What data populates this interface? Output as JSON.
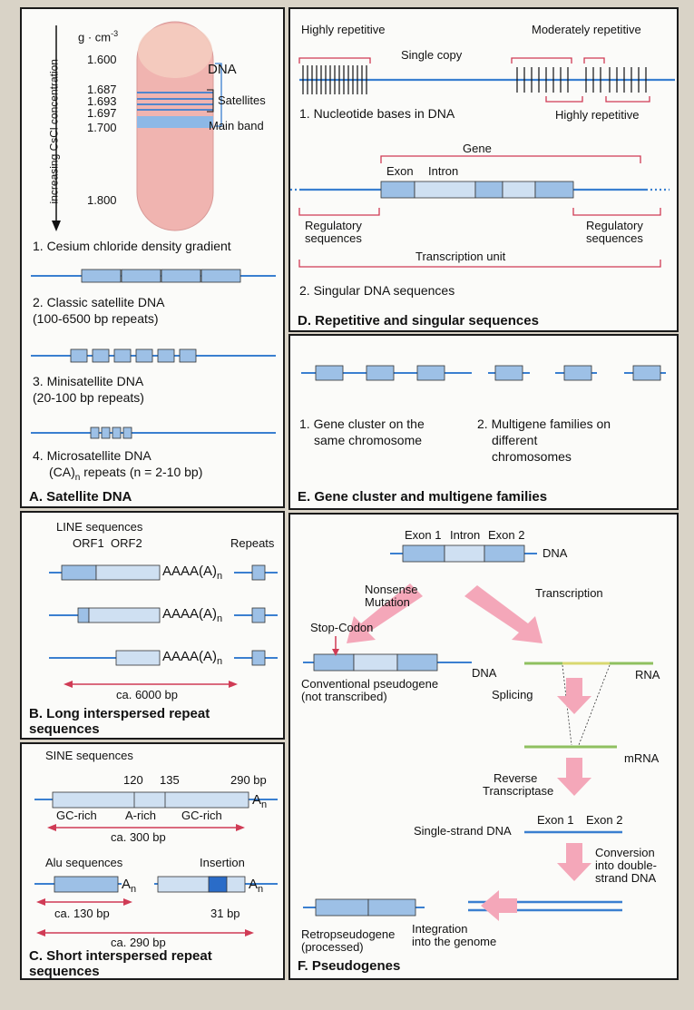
{
  "colors": {
    "dna_line": "#3a7fd0",
    "box_fill": "#9dc0e6",
    "box_light": "#cfe0f2",
    "arrow_pink": "#f4a7b9",
    "red": "#d03b55",
    "tube": "#f0b4b0",
    "rna_green": "#8fc060",
    "rna_yellow": "#d8d870"
  },
  "panelA": {
    "title": "A. Satellite DNA",
    "unit": "g · cm",
    "unit_sup": "-3",
    "densities": [
      "1.600",
      "1.687",
      "1.693",
      "1.697",
      "1.700",
      "1.800"
    ],
    "axis_label": "increasing CsCl concentration",
    "dna_label": "DNA",
    "satellites_label": "Satellites",
    "main_band_label": "Main band",
    "item1": "1. Cesium chloride density gradient",
    "item2a": "2. Classic satellite DNA",
    "item2b": "(100-6500 bp repeats)",
    "item3a": "3. Minisatellite DNA",
    "item3b": "(20-100 bp repeats)",
    "item4a": "4. Microsatellite DNA",
    "item4b_pre": "(CA)",
    "item4b_sub": "n",
    "item4b_post": " repeats (n = 2-10 bp)"
  },
  "panelB": {
    "title1": "B. Long interspersed repeat",
    "title2": "sequences",
    "line_label": "LINE sequences",
    "orf1": "ORF1",
    "orf2": "ORF2",
    "repeats": "Repeats",
    "polya_main": "AAAA(A)",
    "polya_sub": "n",
    "size": "ca. 6000 bp"
  },
  "panelC": {
    "title1": "C. Short interspersed repeat",
    "title2": "sequences",
    "sine_label": "SINE sequences",
    "pos1": "120",
    "pos2": "135",
    "pos3": "290 bp",
    "an_main": "A",
    "an_sub": "n",
    "gc1": "GC-rich",
    "arich": "A-rich",
    "gc2": "GC-rich",
    "size300": "ca. 300 bp",
    "alu_label": "Alu sequences",
    "insertion": "Insertion",
    "size130": "ca. 130 bp",
    "size31": "31 bp",
    "size290": "ca. 290 bp"
  },
  "panelD": {
    "title": "D. Repetitive and singular sequences",
    "highly1": "Highly repetitive",
    "moderately": "Moderately repetitive",
    "single": "Single copy",
    "highly2": "Highly repetitive",
    "item1": "1. Nucleotide bases in DNA",
    "gene": "Gene",
    "exon": "Exon",
    "intron": "Intron",
    "reg1a": "Regulatory",
    "reg1b": "sequences",
    "reg2a": "Regulatory",
    "reg2b": "sequences",
    "tu": "Transcription unit",
    "item2": "2. Singular DNA sequences"
  },
  "panelE": {
    "title": "E. Gene cluster and multigene families",
    "item1a": "1. Gene cluster on the",
    "item1b": "same chromosome",
    "item2a": "2. Multigene families on",
    "item2b": "different",
    "item2c": "chromosomes"
  },
  "panelF": {
    "title": "F. Pseudogenes",
    "exon1": "Exon 1",
    "intron": "Intron",
    "exon2": "Exon 2",
    "dna": "DNA",
    "nonsense1": "Nonsense",
    "nonsense2": "Mutation",
    "transcription": "Transcription",
    "stop": "Stop-Codon",
    "dna2": "DNA",
    "rna": "RNA",
    "conv1": "Conventional pseudogene",
    "conv2": "(not transcribed)",
    "splicing": "Splicing",
    "mrna": "mRNA",
    "rt1": "Reverse",
    "rt2": "Transcriptase",
    "ss_exon1": "Exon 1",
    "ss_exon2": "Exon 2",
    "ss": "Single-strand DNA",
    "conv_ds1": "Conversion",
    "conv_ds2": "into double-",
    "conv_ds3": "strand DNA",
    "integ1": "Integration",
    "integ2": "into the genome",
    "retro1": "Retropseudogene",
    "retro2": "(processed)"
  }
}
